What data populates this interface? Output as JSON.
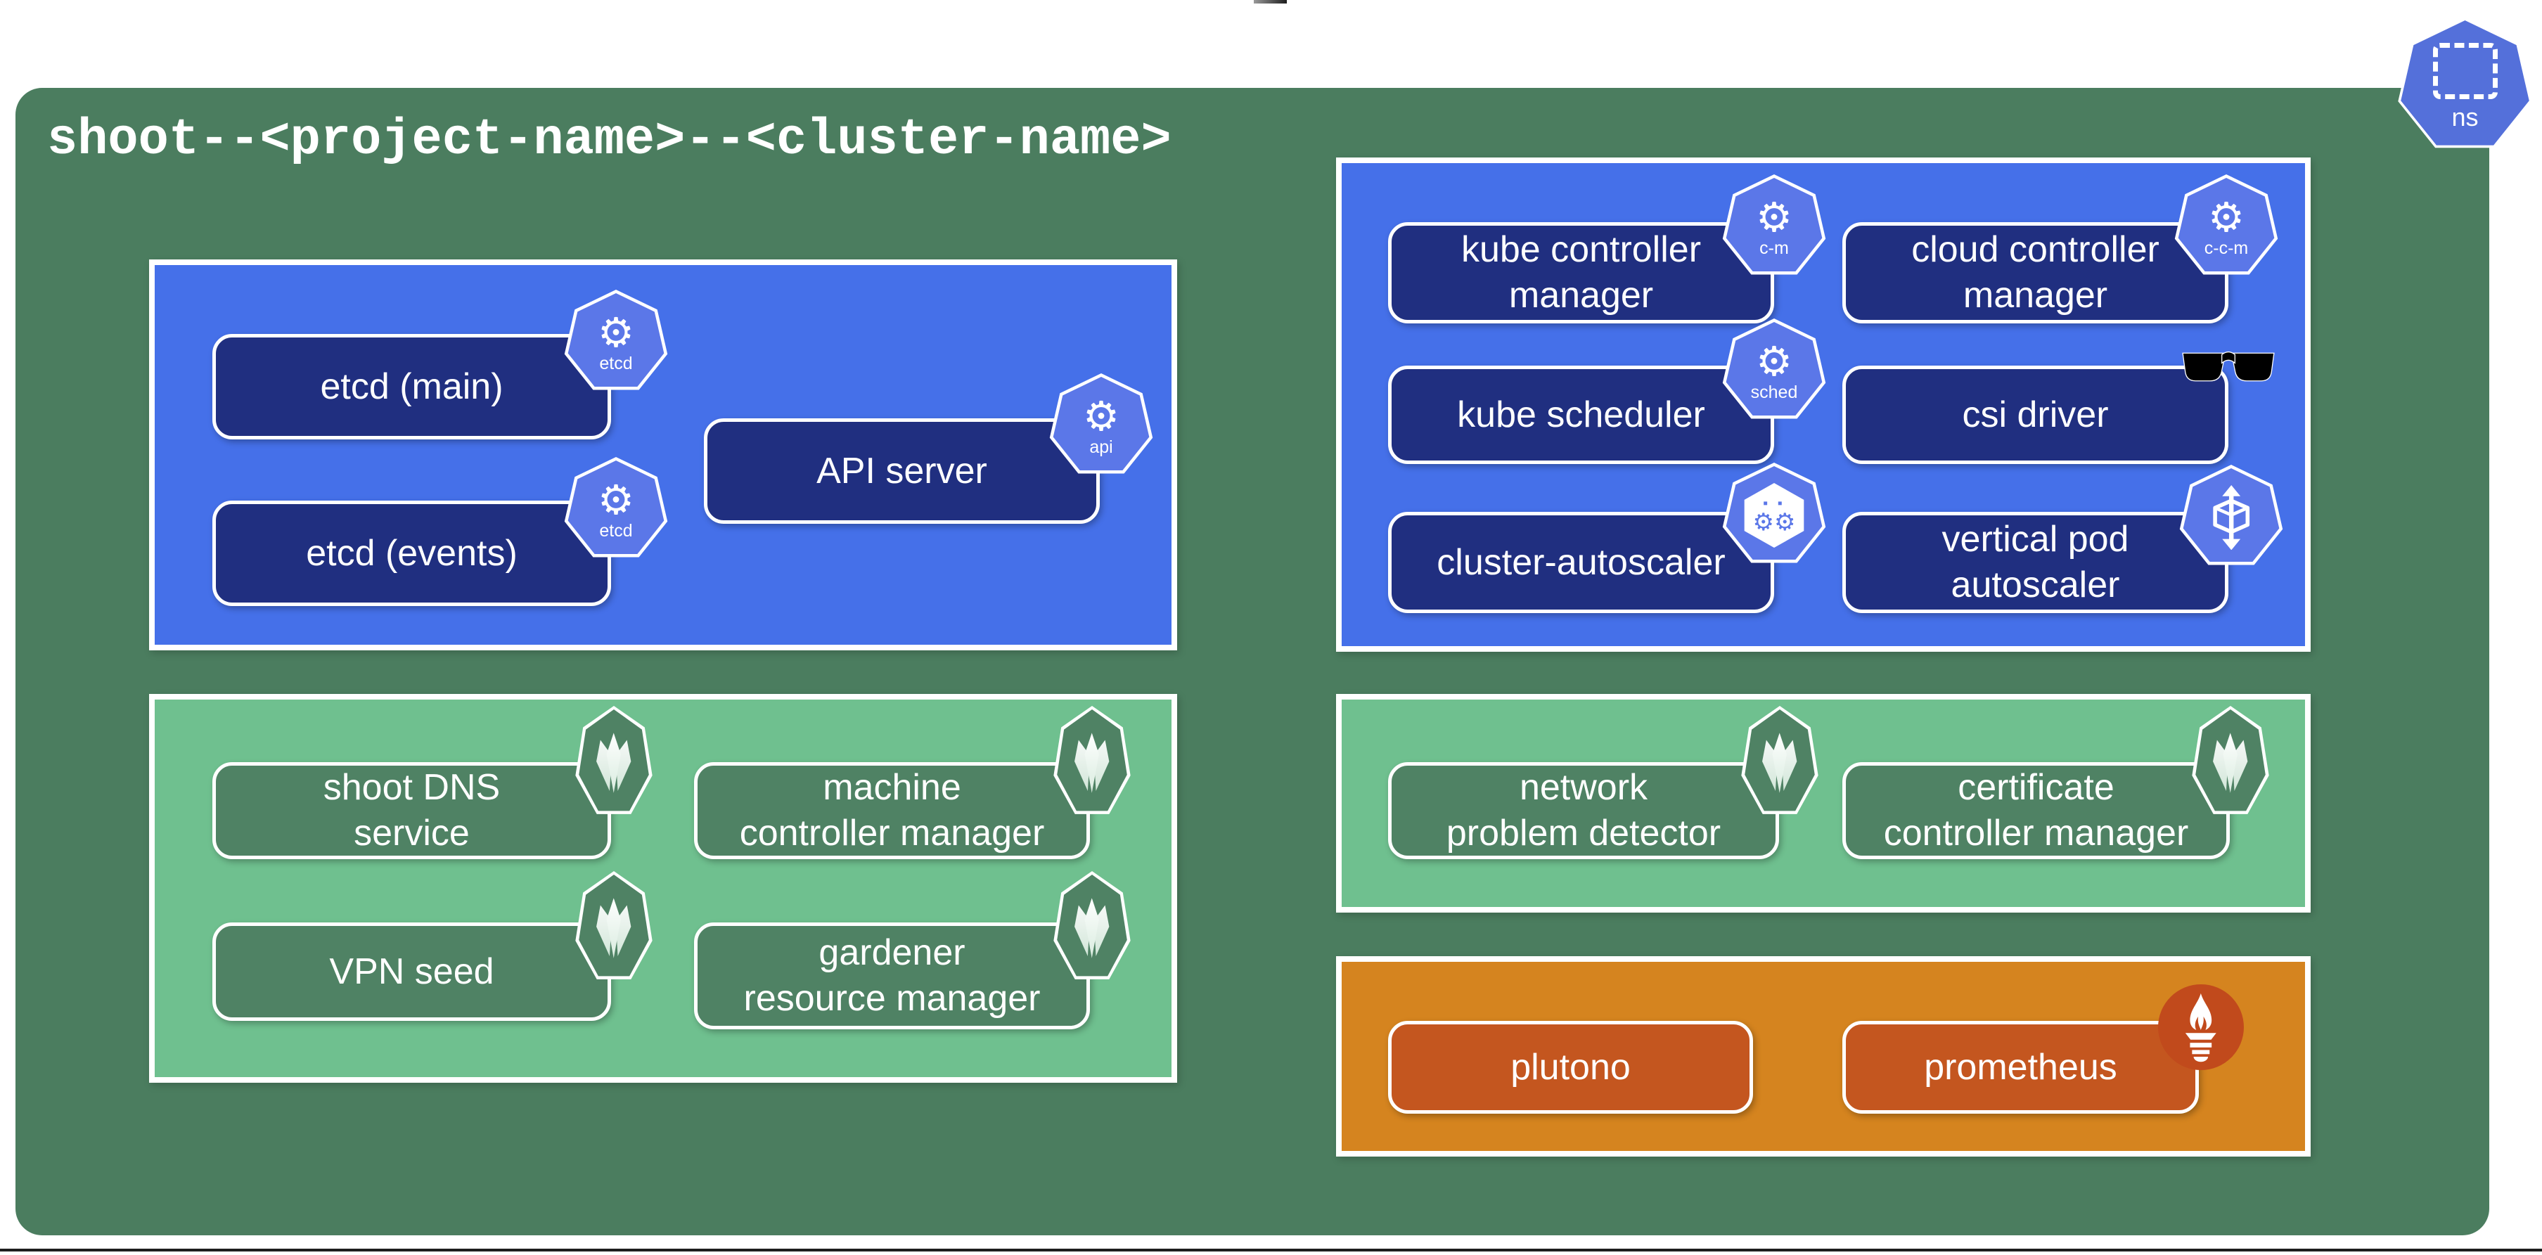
{
  "title": "shoot--<project-name>--<cluster-name>",
  "namespace_badge": {
    "label": "ns"
  },
  "components": {
    "etcd_main": {
      "label": "etcd (main)",
      "icon_label": "etcd"
    },
    "etcd_events": {
      "label": "etcd (events)",
      "icon_label": "etcd"
    },
    "api_server": {
      "label": "API server",
      "icon_label": "api"
    },
    "kube_controller_manager": {
      "label": "kube controller\nmanager",
      "icon_label": "c-m"
    },
    "cloud_controller_manager": {
      "label": "cloud controller\nmanager",
      "icon_label": "c-c-m"
    },
    "kube_scheduler": {
      "label": "kube scheduler",
      "icon_label": "sched"
    },
    "csi_driver": {
      "label": "csi driver"
    },
    "cluster_autoscaler": {
      "label": "cluster-autoscaler"
    },
    "vertical_pod_autoscaler": {
      "label": "vertical pod\nautoscaler"
    },
    "shoot_dns_service": {
      "label": "shoot DNS\nservice"
    },
    "machine_controller_manager": {
      "label": "machine\ncontroller manager"
    },
    "vpn_seed": {
      "label": "VPN seed"
    },
    "gardener_resource_manager": {
      "label": "gardener\nresource manager"
    },
    "network_problem_detector": {
      "label": "network\nproblem detector"
    },
    "certificate_controller_manager": {
      "label": "certificate\ncontroller manager"
    },
    "plutono": {
      "label": "plutono"
    },
    "prometheus": {
      "label": "prometheus"
    }
  },
  "icons": {
    "gear": "⚙",
    "dots": "▪ ▪",
    "gear_pair": "⚙⚙"
  },
  "colors": {
    "container_green": "#4b7d5f",
    "panel_blue": "#4570e9",
    "component_navy": "#202f80",
    "panel_light_green": "#6fc08f",
    "component_green": "#4f8264",
    "panel_orange": "#d5841f",
    "component_rust": "#c4561f",
    "k8s_icon_blue": "#5b77e8",
    "namespace_blue": "#5470da"
  }
}
